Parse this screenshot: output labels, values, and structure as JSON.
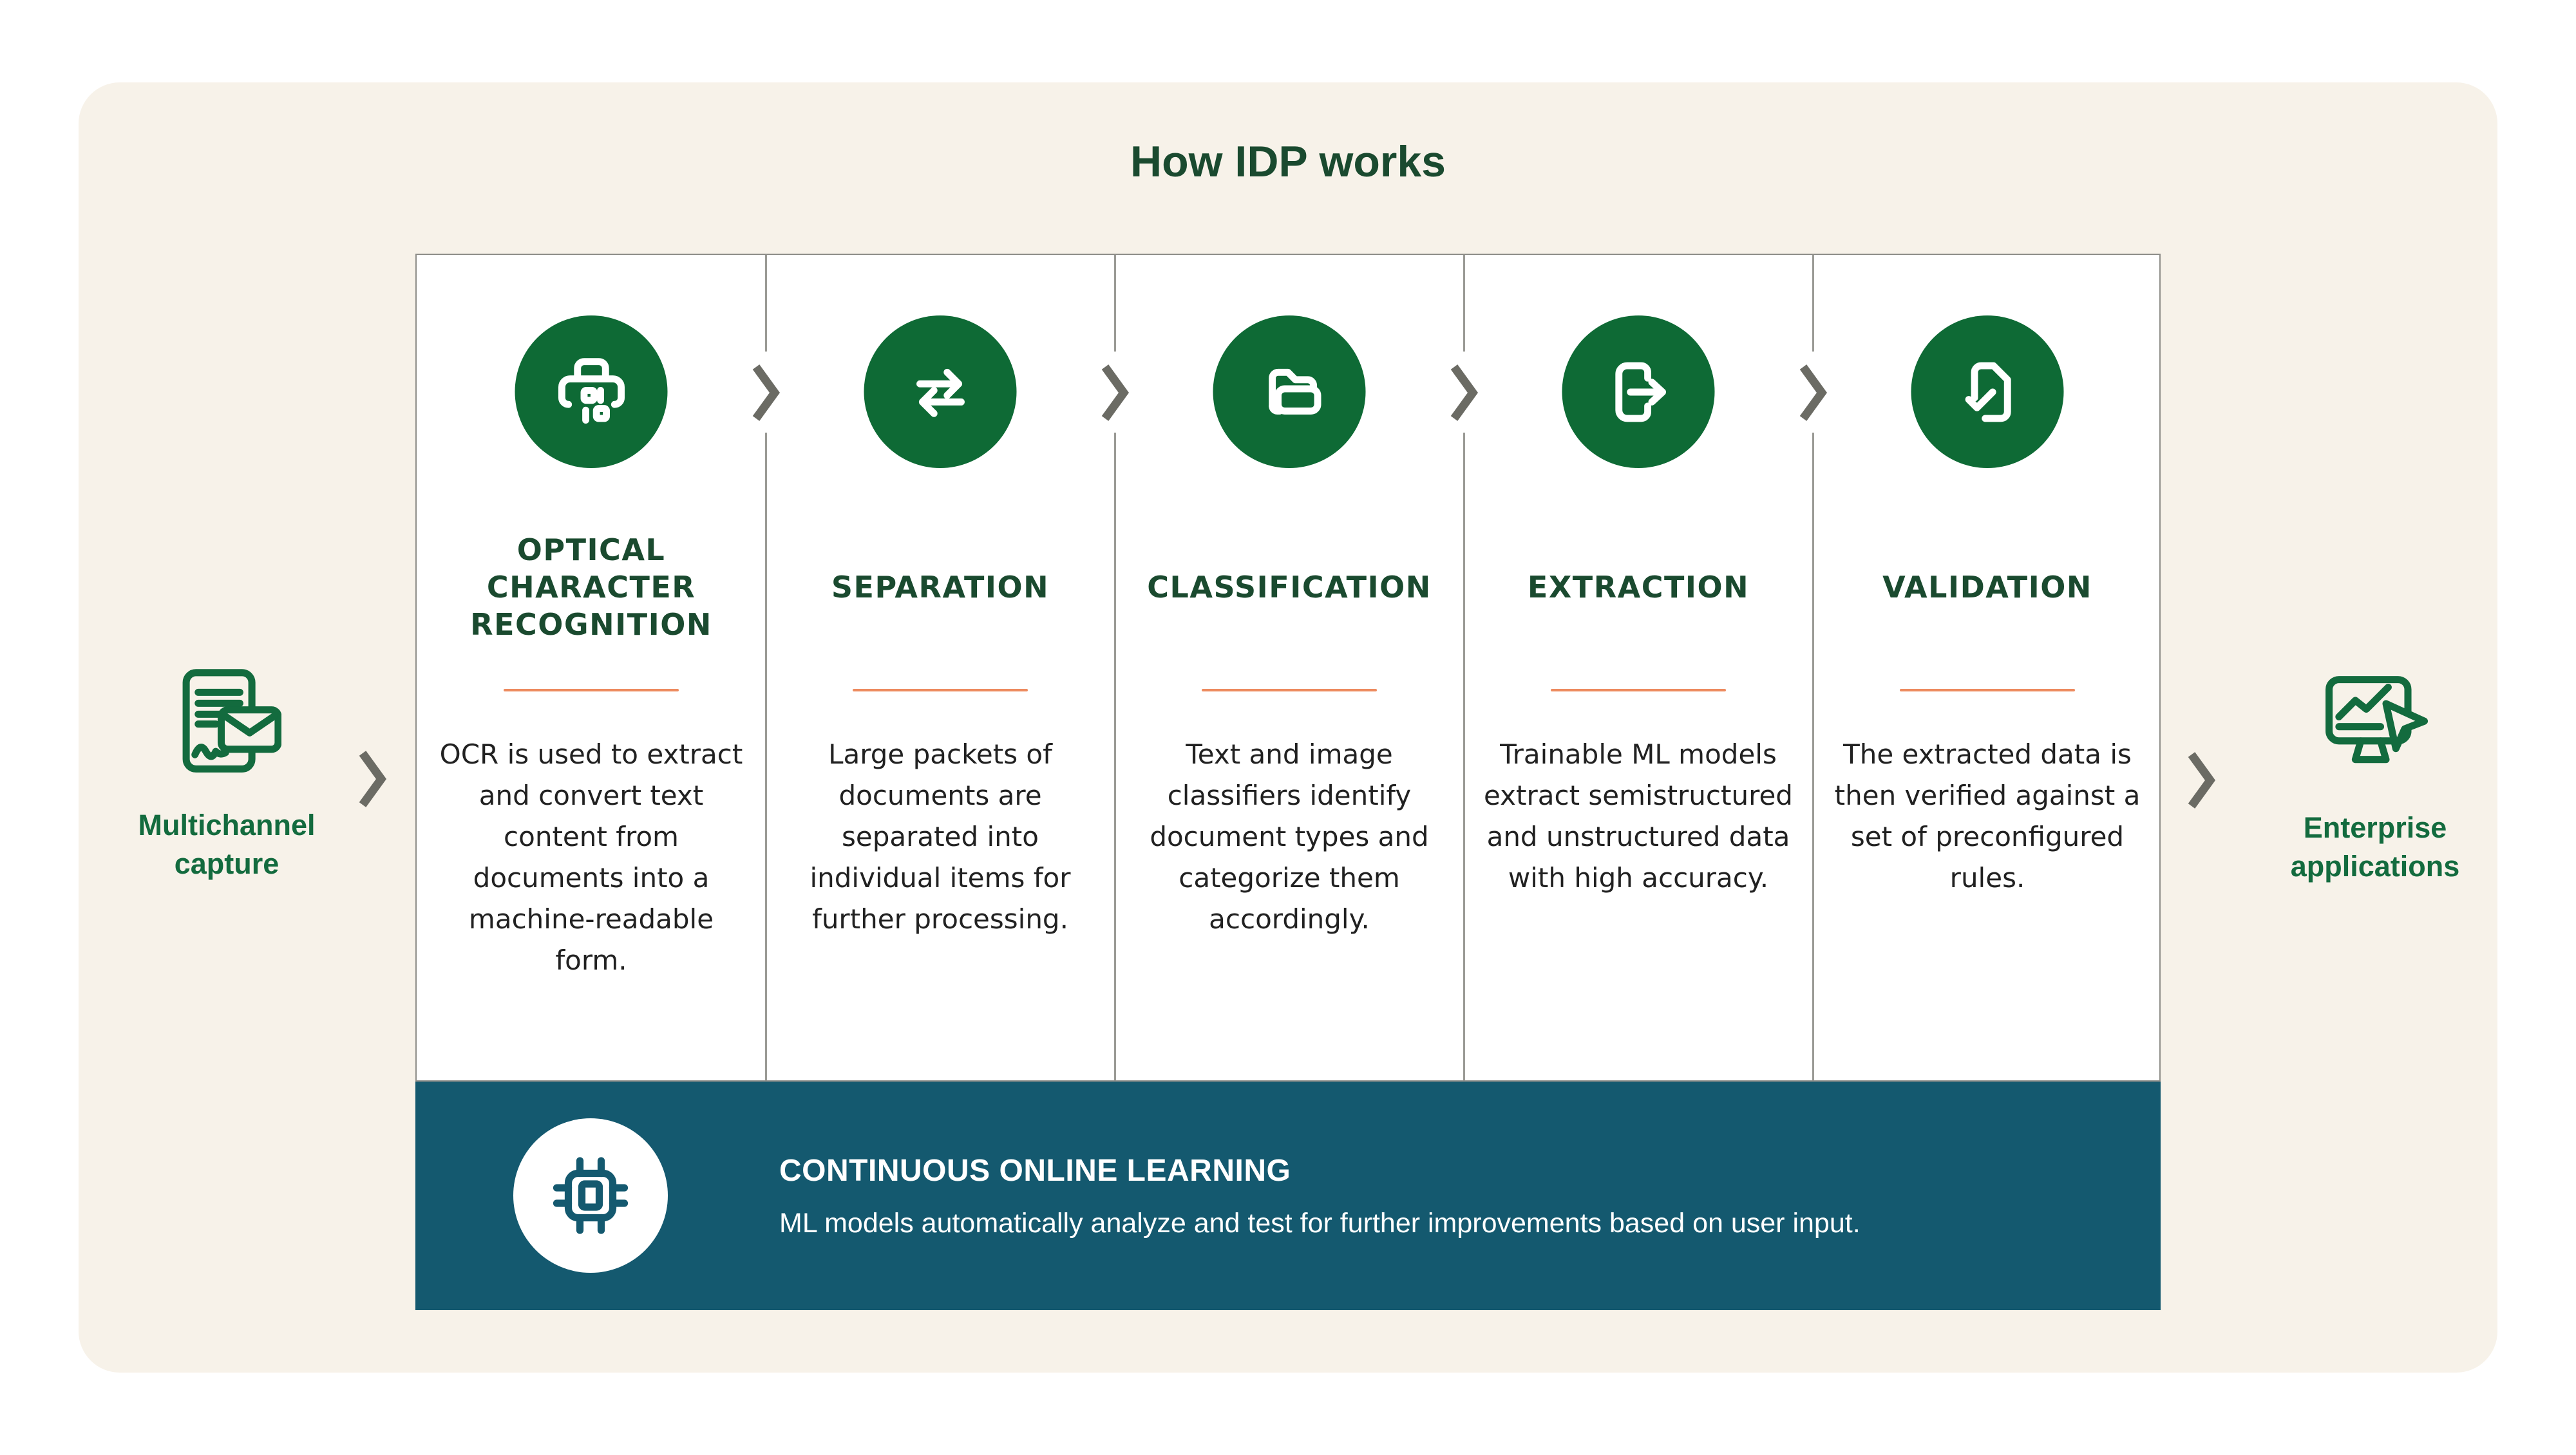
{
  "title": "How IDP works",
  "colors": {
    "cream": "#F7F2E9",
    "green-dark": "#1A4A2F",
    "green-brand": "#0E6A35",
    "green-label": "#136B3E",
    "teal": "#14596F",
    "orange": "#ED8B5F",
    "body-text": "#212121",
    "panel-border": "#8E8E89",
    "divider": "#9A9A95",
    "chevron": "#6B6B64"
  },
  "left": {
    "icon": "document-envelope-icon",
    "label": "Multichannel capture"
  },
  "right": {
    "icon": "monitor-cursor-icon",
    "label": "Enterprise applications"
  },
  "steps": [
    {
      "icon": "scanner-ocr-icon",
      "title": "OPTICAL CHARACTER RECOGNITION",
      "description": "OCR is used to extract and convert text content from documents into a machine-readable form."
    },
    {
      "icon": "transfer-arrows-icon",
      "title": "SEPARATION",
      "description": "Large packets of documents are separated into individual items for further processing."
    },
    {
      "icon": "open-folder-icon",
      "title": "CLASSIFICATION",
      "description": "Text and image classifiers identify document types and categorize them accordingly."
    },
    {
      "icon": "export-arrow-icon",
      "title": "EXTRACTION",
      "description": "Trainable ML models extract semistructured and unstructured data with high accuracy."
    },
    {
      "icon": "document-check-icon",
      "title": "VALIDATION",
      "description": "The extracted data is then verified against a set of preconfigured rules."
    }
  ],
  "banner": {
    "icon": "cpu-chip-icon",
    "title": "CONTINUOUS ONLINE LEARNING",
    "description": "ML models automatically analyze and test for further improvements based on user input."
  }
}
